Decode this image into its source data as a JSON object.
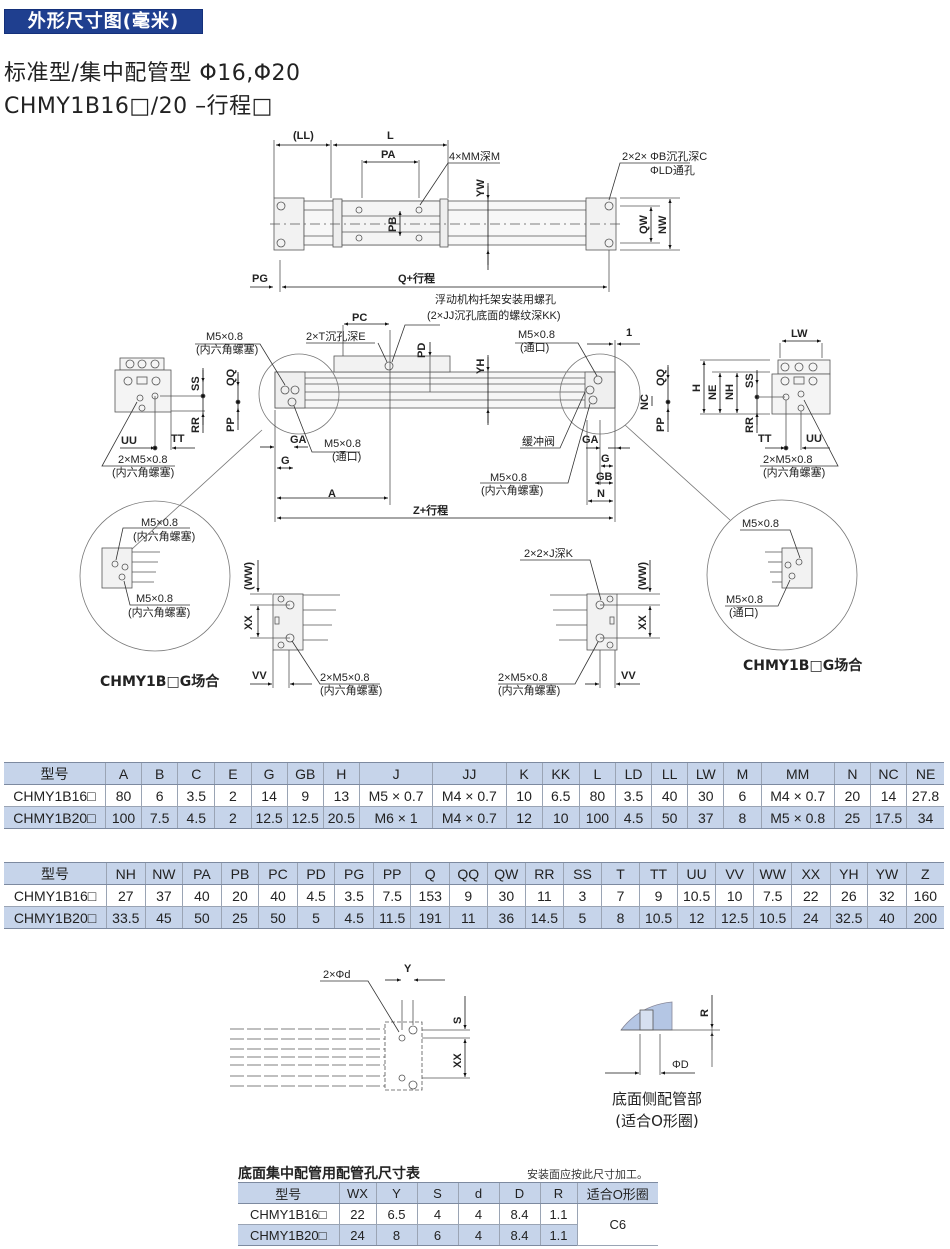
{
  "header": {
    "section_tag": "外形尺寸图(毫米)",
    "subtitle_1": "标准型/集中配管型 Φ16,Φ20",
    "subtitle_2": "CHMY1B16□/20 –行程□"
  },
  "drawing": {
    "top_view": {
      "labels": {
        "LL": "(LL)",
        "L": "L",
        "PA": "PA",
        "mm": "4×MM深M",
        "YW": "YW",
        "PB": "PB",
        "QW": "QW",
        "NW": "NW",
        "PG": "PG",
        "Q": "Q+行程",
        "b_hole_1": "2×2× ΦB沉孔深C",
        "b_hole_2": "ΦLD通孔"
      }
    },
    "front_view": {
      "labels": {
        "float_1": "浮动机构托架安装用螺孔",
        "float_2": "(2×JJ沉孔底面的螺纹深KK)",
        "PC": "PC",
        "T": "2×T沉孔深E",
        "PD": "PD",
        "YH": "YH",
        "m5_l1": "M5×0.8",
        "m5_l1b": "(内六角螺塞)",
        "m5_l2": "M5×0.8",
        "m5_l2b": "(通口)",
        "m5_r1": "M5×0.8",
        "m5_r1b": "(通口)",
        "m5_r2": "M5×0.8",
        "m5_r2b": "(内六角螺塞)",
        "cushion": "缓冲阀",
        "QQ": "QQ",
        "PP": "PP",
        "GA": "GA",
        "G": "G",
        "A": "A",
        "Z": "Z+行程",
        "NC": "NC",
        "GB": "GB",
        "N": "N",
        "one": "1"
      }
    },
    "end_view_left": {
      "labels": {
        "SS": "SS",
        "RR": "RR",
        "UU": "UU",
        "TT": "TT",
        "m5": "2×M5×0.8",
        "m5b": "(内六角螺塞)"
      }
    },
    "end_view_right": {
      "labels": {
        "LW": "LW",
        "H": "H",
        "NE": "NE",
        "NH": "NH",
        "SS": "SS",
        "RR": "RR",
        "TT": "TT",
        "UU": "UU",
        "m5": "2×M5×0.8",
        "m5b": "(内六角螺塞)"
      }
    },
    "g_detail_left": {
      "caption": "CHMY1B□G场合",
      "labels": {
        "m5a": "M5×0.8",
        "m5ab": "(内六角螺塞)",
        "m5b": "M5×0.8",
        "m5bb": "(内六角螺塞)",
        "WW": "(WW)",
        "XX": "XX",
        "VV": "VV",
        "m5c": "2×M5×0.8",
        "m5cb": "(内六角螺塞)"
      }
    },
    "g_detail_right": {
      "caption": "CHMY1B□G场合",
      "labels": {
        "jk": "2×2×J深K",
        "WW": "(WW)",
        "XX": "XX",
        "VV": "VV",
        "m5c": "2×M5×0.8",
        "m5cb": "(内六角螺塞)",
        "m5a": "M5×0.8",
        "m5b": "M5×0.8",
        "m5bb": "(通口)"
      }
    },
    "bottom_port": {
      "labels": {
        "d": "2×Φd",
        "Y": "Y",
        "S": "S",
        "XX": "XX",
        "R": "R",
        "D": "ΦD"
      },
      "caption_1": "底面侧配管部",
      "caption_2": "(适合O形圈)"
    }
  },
  "table1": {
    "headers": [
      "型号",
      "A",
      "B",
      "C",
      "E",
      "G",
      "GB",
      "H",
      "J",
      "JJ",
      "K",
      "KK",
      "L",
      "LD",
      "LL",
      "LW",
      "M",
      "MM",
      "N",
      "NC",
      "NE"
    ],
    "rows": [
      [
        "CHMY1B16□",
        "80",
        "6",
        "3.5",
        "2",
        "14",
        "9",
        "13",
        "M5 × 0.7",
        "M4 × 0.7",
        "10",
        "6.5",
        "80",
        "3.5",
        "40",
        "30",
        "6",
        "M4 × 0.7",
        "20",
        "14",
        "27.8"
      ],
      [
        "CHMY1B20□",
        "100",
        "7.5",
        "4.5",
        "2",
        "12.5",
        "12.5",
        "20.5",
        "M6 × 1",
        "M4 × 0.7",
        "12",
        "10",
        "100",
        "4.5",
        "50",
        "37",
        "8",
        "M5 × 0.8",
        "25",
        "17.5",
        "34"
      ]
    ]
  },
  "table2": {
    "headers": [
      "型号",
      "NH",
      "NW",
      "PA",
      "PB",
      "PC",
      "PD",
      "PG",
      "PP",
      "Q",
      "QQ",
      "QW",
      "RR",
      "SS",
      "T",
      "TT",
      "UU",
      "VV",
      "WW",
      "XX",
      "YH",
      "YW",
      "Z"
    ],
    "rows": [
      [
        "CHMY1B16□",
        "27",
        "37",
        "40",
        "20",
        "40",
        "4.5",
        "3.5",
        "7.5",
        "153",
        "9",
        "30",
        "11",
        "3",
        "7",
        "9",
        "10.5",
        "10",
        "7.5",
        "22",
        "26",
        "32",
        "160"
      ],
      [
        "CHMY1B20□",
        "33.5",
        "45",
        "50",
        "25",
        "50",
        "5",
        "4.5",
        "11.5",
        "191",
        "11",
        "36",
        "14.5",
        "5",
        "8",
        "10.5",
        "12",
        "12.5",
        "10.5",
        "24",
        "32.5",
        "40",
        "200"
      ]
    ]
  },
  "table3": {
    "title": "底面集中配管用配管孔尺寸表",
    "note": "安装面应按此尺寸加工。",
    "headers": [
      "型号",
      "WX",
      "Y",
      "S",
      "d",
      "D",
      "R",
      "适合O形圈"
    ],
    "rows": [
      [
        "CHMY1B16□",
        "22",
        "6.5",
        "4",
        "4",
        "8.4",
        "1.1"
      ],
      [
        "CHMY1B20□",
        "24",
        "8",
        "6",
        "4",
        "8.4",
        "1.1"
      ]
    ],
    "oring": "C6"
  },
  "colors": {
    "tag_bg": "#1f3f8f",
    "table_band": "#c6d4ea",
    "oring_fill": "#b4c6e4"
  }
}
